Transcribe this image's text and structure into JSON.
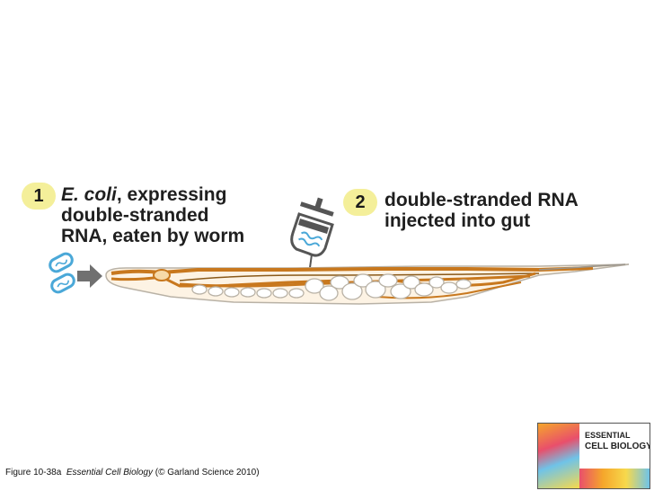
{
  "steps": [
    {
      "number": "1",
      "lines": [
        "E. coli, expressing",
        "double-stranded",
        "RNA, eaten by worm"
      ],
      "italic_prefix": "E. coli"
    },
    {
      "number": "2",
      "lines": [
        "double-stranded RNA",
        "injected into gut"
      ]
    }
  ],
  "caption": {
    "figure": "Figure 10-38a",
    "book": "Essential Cell Biology",
    "rights": "(© Garland Science 2010)"
  },
  "book_logo": {
    "line1": "ESSENTIAL",
    "line2": "CELL BIOLOGY"
  },
  "icons": [
    "bacteria-icon",
    "arrow-right-icon",
    "syringe-icon",
    "worm-illustration"
  ],
  "colors": {
    "badge": "#f4ef9a",
    "worm_orange": "#c8781e",
    "worm_light": "#f6d9a8",
    "arrow": "#707070",
    "bacteria_blue": "#4aa8d8"
  }
}
